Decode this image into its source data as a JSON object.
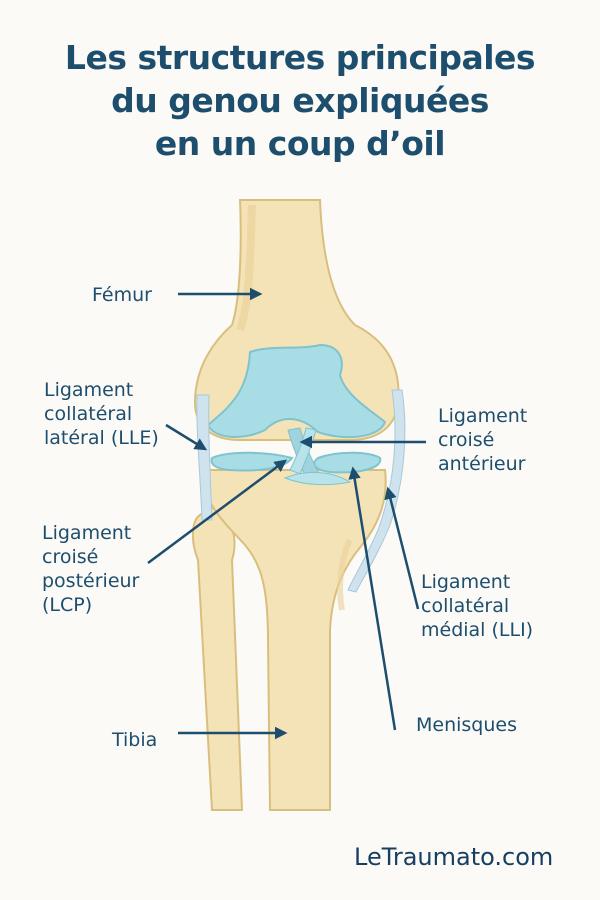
{
  "title": {
    "lines": [
      "Les structures principales",
      "du genou expliquées",
      "en un coup d’oil"
    ]
  },
  "labels": {
    "femur": {
      "lines": [
        "Fémur"
      ]
    },
    "lle": {
      "lines": [
        "Ligament",
        "collatéral",
        "latéral (LLE)"
      ]
    },
    "lca": {
      "lines": [
        "Ligament",
        "croisé",
        "antérieur"
      ]
    },
    "lcp": {
      "lines": [
        "Ligament",
        "croisé",
        "postérieur",
        "(LCP)"
      ]
    },
    "lli": {
      "lines": [
        "Ligament",
        "collatéral",
        "médial (LLI)"
      ]
    },
    "tibia": {
      "lines": [
        "Tibia"
      ]
    },
    "menisques": {
      "lines": [
        "Menisques"
      ]
    }
  },
  "footer": {
    "brand": "LeTraumato.com"
  },
  "colors": {
    "text": "#1d4e6e",
    "bone": "#f5e3b8",
    "bone_outline": "#d9bf7e",
    "cartilage": "#a9dde6",
    "cartilage_outline": "#7fc3cf",
    "ligament": "#cfe3ee",
    "arrow": "#1d4e6e",
    "background": "#fbfaf6"
  }
}
